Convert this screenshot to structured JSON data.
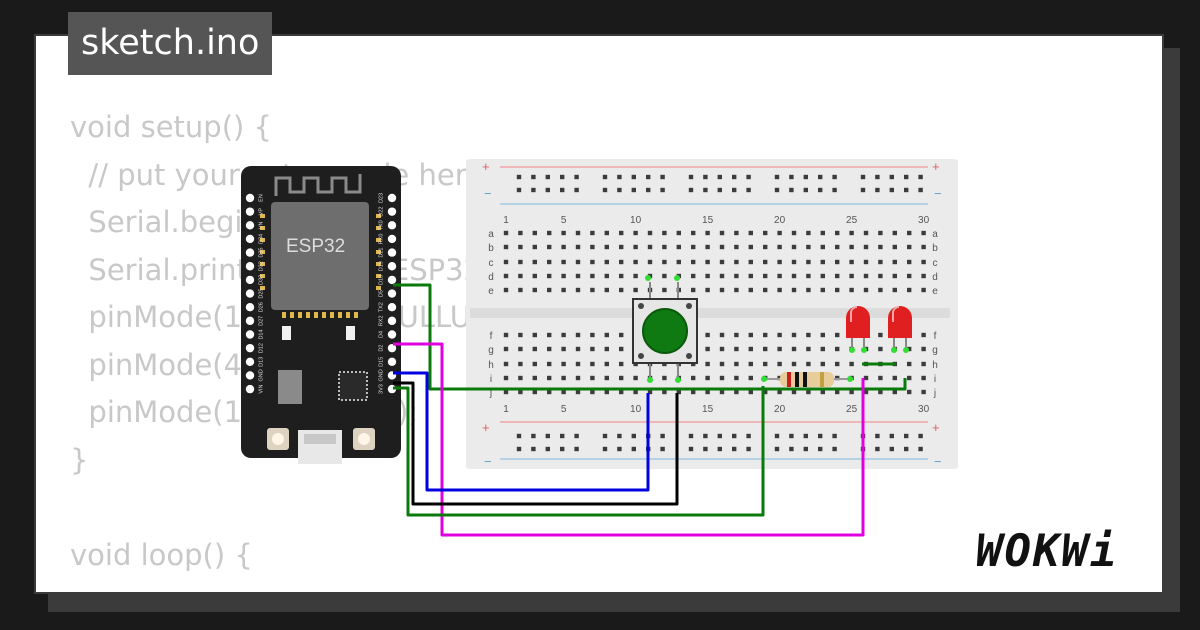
{
  "editor": {
    "file_tab": "sketch.ino",
    "code_lines": [
      "void setup() {",
      "  // put your setup code here",
      "  Serial.begin(115200);",
      "  Serial.println(\"Hello, ESP32!\");",
      "  pinMode(18, INPUT_PULLUP);",
      "  pinMode(4, OUTPUT);",
      "  pinMode(15, OUTPUT);",
      "}",
      "",
      "void loop() {"
    ]
  },
  "board": {
    "chip_label": "ESP32",
    "left_pins": [
      "EN",
      "VP",
      "VN",
      "D34",
      "D35",
      "D32",
      "D33",
      "D25",
      "D26",
      "D27",
      "D14",
      "D12",
      "D13",
      "GND",
      "VIN"
    ],
    "right_pins": [
      "D23",
      "D22",
      "TX0",
      "RX0",
      "D21",
      "D19",
      "D18",
      "D5",
      "TX2",
      "RX2",
      "D4",
      "D2",
      "D15",
      "GND",
      "3V3"
    ]
  },
  "breadboard": {
    "plus_sign": "+",
    "minus_sign": "−",
    "column_numbers": [
      "1",
      "5",
      "10",
      "15",
      "20",
      "25",
      "30"
    ],
    "rows_top": [
      "a",
      "b",
      "c",
      "d",
      "e"
    ],
    "rows_bottom": [
      "f",
      "g",
      "h",
      "i",
      "j"
    ]
  },
  "brand": {
    "logo_text": "WOKWi"
  },
  "colors": {
    "board": "#1e1e1e",
    "button_cap": "#0f7a11",
    "led": "#e02020",
    "wire_green": "#0a7a0a",
    "wire_blue": "#0000e0",
    "wire_black": "#000000",
    "wire_magenta": "#e000e0"
  }
}
